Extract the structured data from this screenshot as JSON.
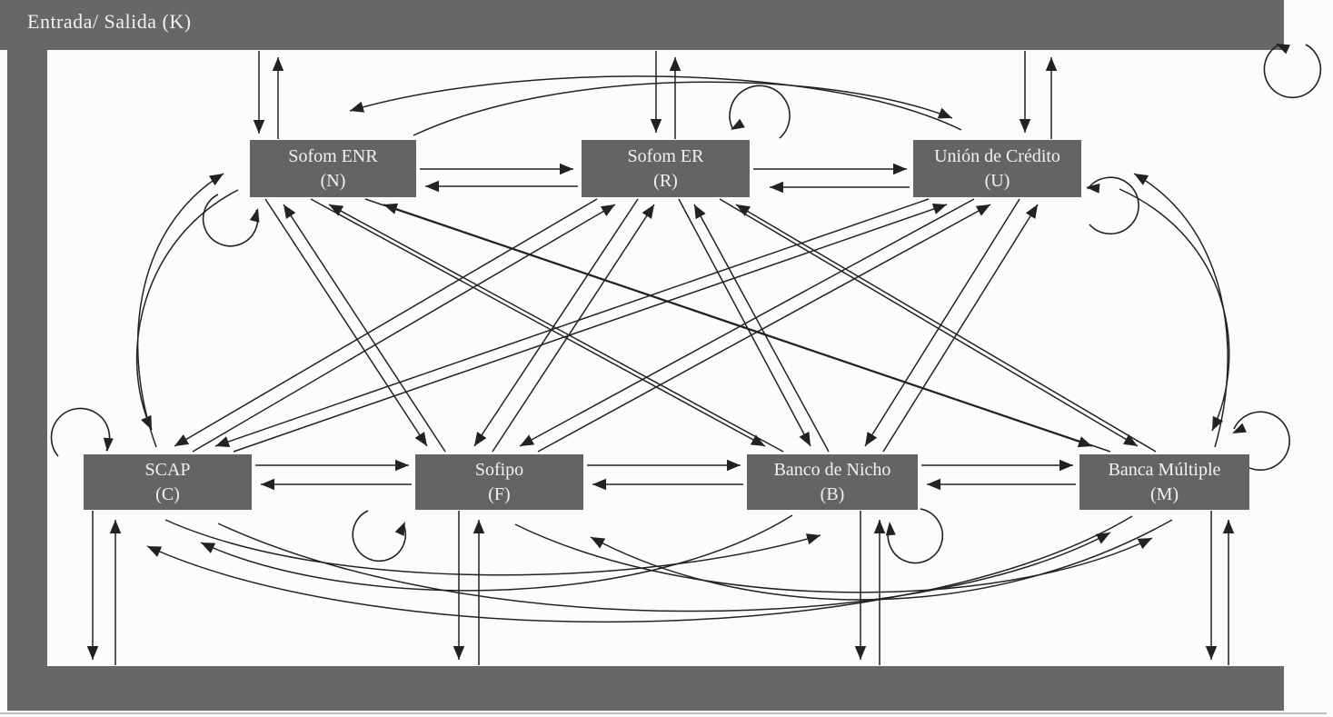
{
  "title_bar": {
    "label": "Entrada/ Salida (K)"
  },
  "nodes": [
    {
      "id": "N",
      "name": "Sofom ENR",
      "code": "(N)"
    },
    {
      "id": "R",
      "name": "Sofom ER",
      "code": "(R)"
    },
    {
      "id": "U",
      "name": "Unión de Crédito",
      "code": "(U)"
    },
    {
      "id": "C",
      "name": "SCAP",
      "code": "(C)"
    },
    {
      "id": "F",
      "name": "Sofipo",
      "code": "(F)"
    },
    {
      "id": "B",
      "name": "Banco de Nicho",
      "code": "(B)"
    },
    {
      "id": "M",
      "name": "Banca Múltiple",
      "code": "(M)"
    }
  ],
  "edges": {
    "bidirectional_pairs": [
      {
        "a": "K",
        "b": "N"
      },
      {
        "a": "K",
        "b": "R"
      },
      {
        "a": "K",
        "b": "U"
      },
      {
        "a": "K",
        "b": "C"
      },
      {
        "a": "K",
        "b": "F"
      },
      {
        "a": "K",
        "b": "B"
      },
      {
        "a": "K",
        "b": "M"
      },
      {
        "a": "N",
        "b": "R"
      },
      {
        "a": "R",
        "b": "U"
      },
      {
        "a": "N",
        "b": "U"
      },
      {
        "a": "C",
        "b": "F"
      },
      {
        "a": "F",
        "b": "B"
      },
      {
        "a": "B",
        "b": "M"
      },
      {
        "a": "N",
        "b": "C"
      },
      {
        "a": "U",
        "b": "M"
      },
      {
        "a": "N",
        "b": "F"
      },
      {
        "a": "N",
        "b": "B"
      },
      {
        "a": "N",
        "b": "M"
      },
      {
        "a": "R",
        "b": "C"
      },
      {
        "a": "R",
        "b": "F"
      },
      {
        "a": "R",
        "b": "B"
      },
      {
        "a": "R",
        "b": "M"
      },
      {
        "a": "U",
        "b": "C"
      },
      {
        "a": "U",
        "b": "F"
      },
      {
        "a": "U",
        "b": "B"
      },
      {
        "a": "C",
        "b": "B"
      },
      {
        "a": "C",
        "b": "M"
      },
      {
        "a": "F",
        "b": "M"
      }
    ],
    "self_loops": [
      "K",
      "N",
      "R",
      "U",
      "C",
      "F",
      "B",
      "M"
    ]
  },
  "colors": {
    "bar": "#676767",
    "node": "#646464",
    "line": "#222222",
    "background": "#fcfcfa",
    "text": "#f2f2f2"
  }
}
